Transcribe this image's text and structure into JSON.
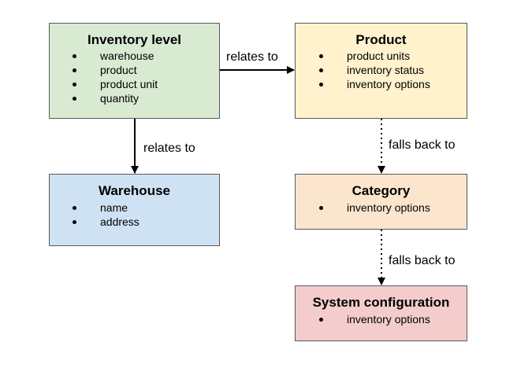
{
  "colors": {
    "inventory_level_fill": "#d9ead3",
    "product_fill": "#fff2cc",
    "warehouse_fill": "#cfe2f3",
    "category_fill": "#fce5cd",
    "system_fill": "#f4cccc",
    "stroke": "#595959",
    "edge": "#000000"
  },
  "nodes": {
    "inventory_level": {
      "title": "Inventory level",
      "items": [
        "warehouse",
        "product",
        "product unit",
        "quantity"
      ]
    },
    "product": {
      "title": "Product",
      "items": [
        "product units",
        "inventory status",
        "inventory options"
      ]
    },
    "warehouse": {
      "title": "Warehouse",
      "items": [
        "name",
        "address"
      ]
    },
    "category": {
      "title": "Category",
      "items": [
        "inventory options"
      ]
    },
    "system_configuration": {
      "title": "System configuration",
      "items": [
        "inventory options"
      ]
    }
  },
  "edges": {
    "inventory_to_product": "relates to",
    "inventory_to_warehouse": "relates to",
    "product_to_category": "falls back to",
    "category_to_system": "falls back to"
  }
}
